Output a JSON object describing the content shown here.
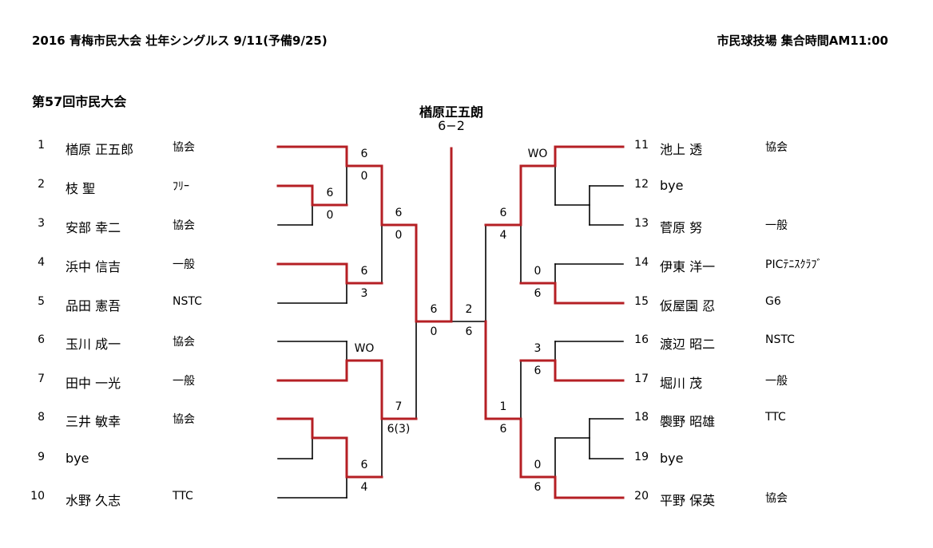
{
  "header": {
    "title": "2016  青梅市民大会  壮年シングルス    9/11(予備9/25)",
    "venue": "市民球技場  集合時間AM11:00",
    "subtitle": "第57回市民大会"
  },
  "champion": {
    "name": "楢原正五朗",
    "score": "6−2"
  },
  "colors": {
    "winner_line": "#b51f24",
    "line": "#000000"
  },
  "players_left": [
    {
      "num": "1",
      "name": "楢原  正五郎",
      "club": "協会"
    },
    {
      "num": "2",
      "name": "枝  聖",
      "club": "ﾌﾘｰ"
    },
    {
      "num": "3",
      "name": "安部  幸二",
      "club": "協会"
    },
    {
      "num": "4",
      "name": "浜中  信吉",
      "club": "一般"
    },
    {
      "num": "5",
      "name": "品田  憲吾",
      "club": "NSTC"
    },
    {
      "num": "6",
      "name": "玉川  成一",
      "club": "協会"
    },
    {
      "num": "7",
      "name": "田中  一光",
      "club": "一般"
    },
    {
      "num": "8",
      "name": "三井  敏幸",
      "club": "協会"
    },
    {
      "num": "9",
      "name": "bye",
      "club": ""
    },
    {
      "num": "10",
      "name": "水野  久志",
      "club": "TTC"
    }
  ],
  "players_right": [
    {
      "num": "11",
      "name": "池上  透",
      "club": "協会"
    },
    {
      "num": "12",
      "name": "bye",
      "club": ""
    },
    {
      "num": "13",
      "name": "菅原  努",
      "club": "一般"
    },
    {
      "num": "14",
      "name": "伊東  洋一",
      "club": "PICﾃﾆｽｸﾗﾌﾞ"
    },
    {
      "num": "15",
      "name": "仮屋園  忍",
      "club": "G6"
    },
    {
      "num": "16",
      "name": "渡辺  昭二",
      "club": "NSTC"
    },
    {
      "num": "17",
      "name": "堀川  茂",
      "club": "一般"
    },
    {
      "num": "18",
      "name": "褜野  昭雄",
      "club": "TTC"
    },
    {
      "num": "19",
      "name": "bye",
      "club": ""
    },
    {
      "num": "20",
      "name": "平野  保英",
      "club": "協会"
    }
  ],
  "matches": [
    {
      "top": "6",
      "bottom": "0"
    },
    {
      "top": "6",
      "bottom": "0"
    },
    {
      "top": "6",
      "bottom": "0"
    },
    {
      "top": "6",
      "bottom": "3"
    },
    {
      "top": "6",
      "bottom": "0"
    },
    {
      "top": "WO",
      "bottom": ""
    },
    {
      "top": "7",
      "bottom": "6(3)"
    },
    {
      "top": "6",
      "bottom": "4"
    },
    {
      "top": "2",
      "bottom": "6"
    },
    {
      "top": "WO",
      "bottom": ""
    },
    {
      "top": "6",
      "bottom": "4"
    },
    {
      "top": "0",
      "bottom": "6"
    },
    {
      "top": "3",
      "bottom": "6"
    },
    {
      "top": "1",
      "bottom": "6"
    },
    {
      "top": "0",
      "bottom": "6"
    }
  ]
}
